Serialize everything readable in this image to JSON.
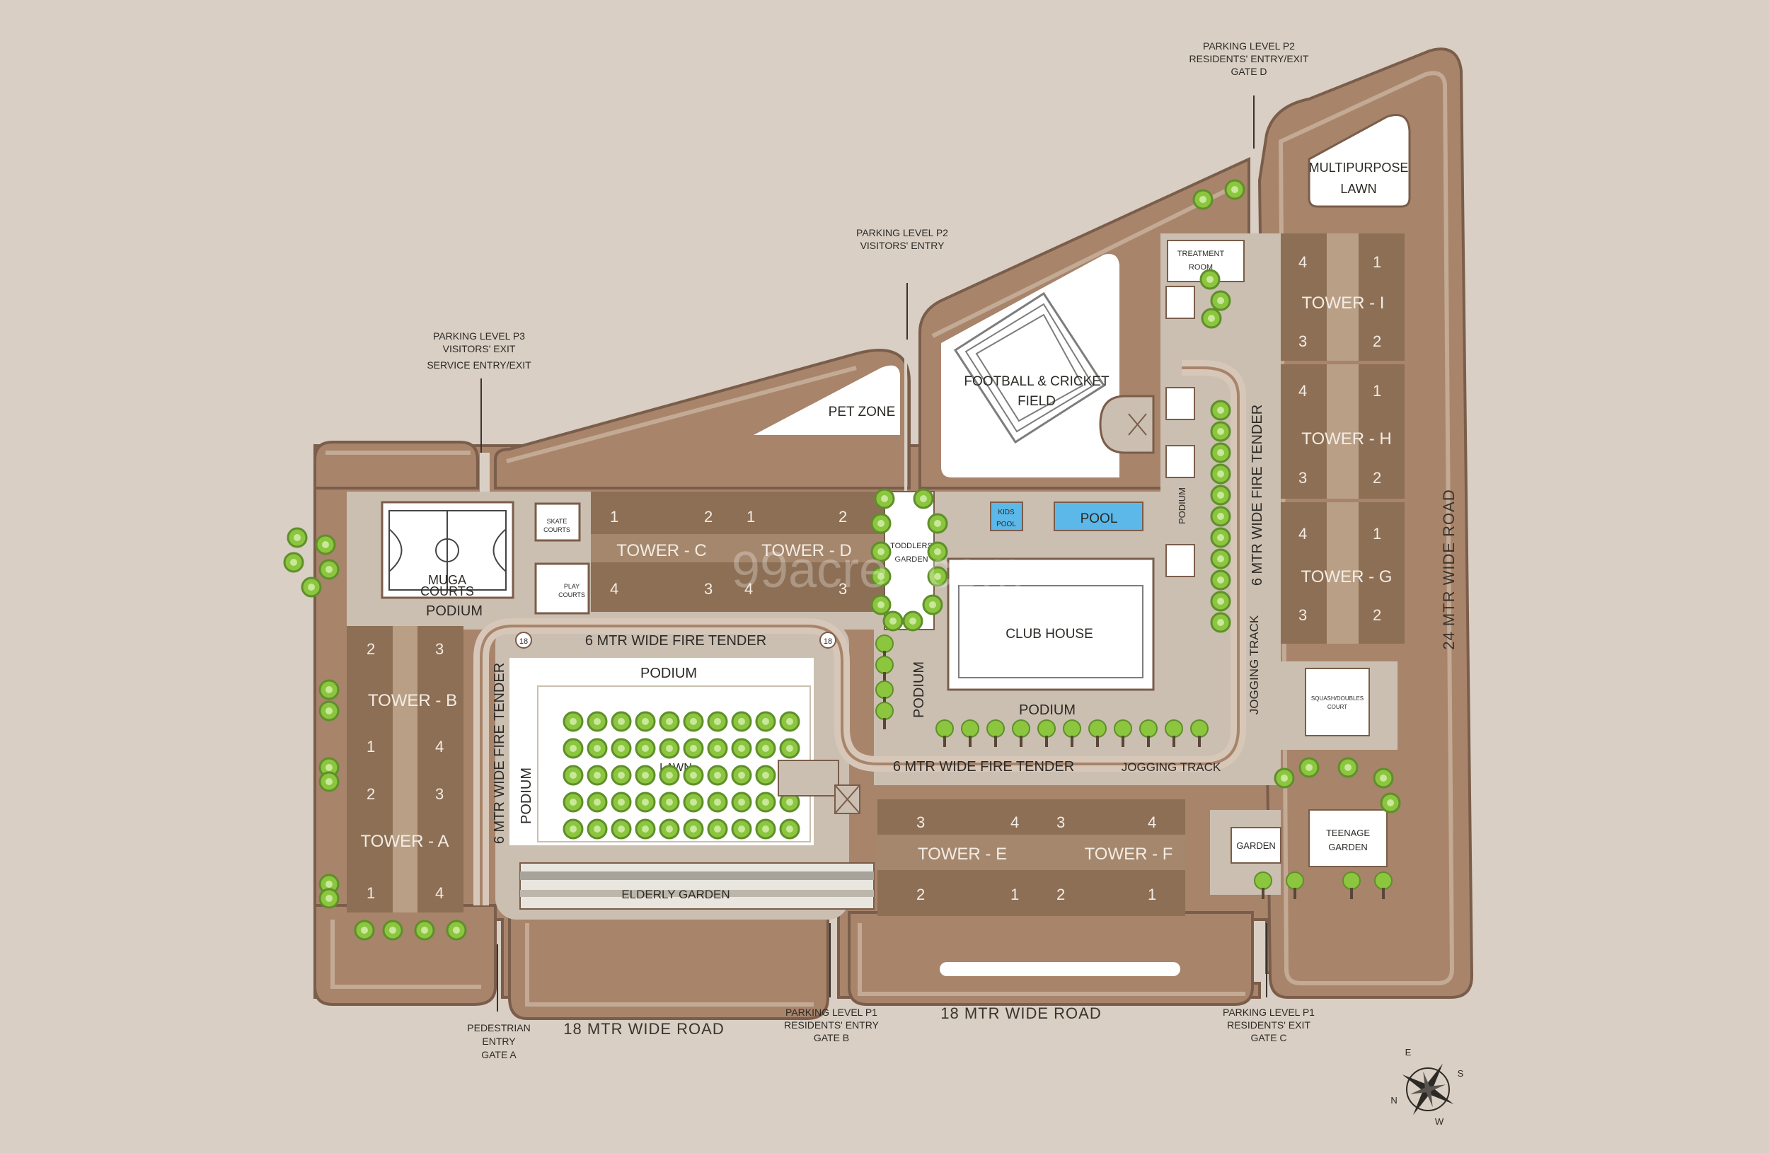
{
  "colors": {
    "background": "#d9cfc4",
    "site": "#a8846b",
    "site_edge": "#7a5d4a",
    "podium": "#cbbfb1",
    "tower": "#8d6f55",
    "tower_core": "#b99f86",
    "lawn_white": "#ffffff",
    "tree_green": "#8cc63f",
    "tree_dark": "#5f8f2a",
    "pool_blue": "#5bb8e8",
    "road_ring": "#c3aa95"
  },
  "towers": {
    "a": {
      "name": "TOWER - A",
      "wings": [
        "2",
        "3",
        "1",
        "4"
      ]
    },
    "b": {
      "name": "TOWER - B",
      "wings": [
        "2",
        "3",
        "1",
        "4"
      ]
    },
    "c": {
      "name": "TOWER - C",
      "wings": [
        "1",
        "2",
        "4",
        "3"
      ]
    },
    "d": {
      "name": "TOWER - D",
      "wings": [
        "1",
        "2",
        "4",
        "3"
      ]
    },
    "e": {
      "name": "TOWER - E",
      "wings": [
        "3",
        "4",
        "2",
        "1"
      ]
    },
    "f": {
      "name": "TOWER - F",
      "wings": [
        "3",
        "4",
        "2",
        "1"
      ]
    },
    "g": {
      "name": "TOWER - G",
      "wings": [
        "4",
        "1",
        "3",
        "2"
      ]
    },
    "h": {
      "name": "TOWER - H",
      "wings": [
        "4",
        "1",
        "3",
        "2"
      ]
    },
    "i": {
      "name": "TOWER - I",
      "wings": [
        "4",
        "1",
        "3",
        "2"
      ]
    }
  },
  "amenities": {
    "multipurpose_lawn": [
      "MULTIPURPOSE",
      "LAWN"
    ],
    "treatment_room": [
      "TREATMENT",
      "ROOM"
    ],
    "football": [
      "FOOTBALL & CRICKET",
      "FIELD"
    ],
    "pet_zone": "PET ZONE",
    "kids_pool": [
      "KIDS",
      "POOL"
    ],
    "pool": "POOL",
    "club_house": "CLUB HOUSE",
    "toddlers_garden": [
      "TODDLERS",
      "GARDEN"
    ],
    "muga_courts": [
      "MUGA",
      "COURTS"
    ],
    "skate_courts": [
      "SKATE",
      "COURTS"
    ],
    "play_courts": [
      "PLAY",
      "COURTS"
    ],
    "lawn": "LAWN",
    "elderly_garden": "ELDERLY GARDEN",
    "garden": "GARDEN",
    "teenage_garden": [
      "TEENAGE",
      "GARDEN"
    ],
    "squash_court": [
      "SQUASH/DOUBLES",
      "COURT"
    ]
  },
  "labels": {
    "podium": "PODIUM",
    "fire_tender": "6 MTR WIDE FIRE TENDER",
    "jogging_track": "JOGGING TRACK",
    "road_18": "18 MTR WIDE ROAD",
    "road_24": "24 MTR WIDE ROAD",
    "marker": "18"
  },
  "gates": {
    "gate_d": [
      "PARKING LEVEL P2",
      "RESIDENTS' ENTRY/EXIT",
      "GATE D"
    ],
    "p2_visitors": [
      "PARKING LEVEL P2",
      "VISITORS' ENTRY"
    ],
    "p3": [
      "PARKING LEVEL P3",
      "VISITORS' EXIT",
      "SERVICE ENTRY/EXIT"
    ],
    "gate_a": [
      "PEDESTRIAN",
      "ENTRY",
      "GATE A"
    ],
    "gate_b": [
      "PARKING LEVEL P1",
      "RESIDENTS' ENTRY",
      "GATE B"
    ],
    "gate_c": [
      "PARKING LEVEL P1",
      "RESIDENTS' EXIT",
      "GATE C"
    ]
  },
  "compass": {
    "n": "N",
    "e": "E",
    "s": "S",
    "w": "W"
  },
  "watermark": "99acres.com"
}
